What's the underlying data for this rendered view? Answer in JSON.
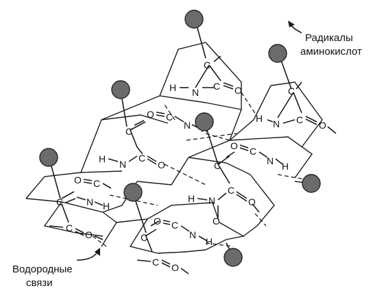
{
  "labels": {
    "radicals_line1": "Радикалы",
    "radicals_line2": "аминокислот",
    "hbonds_line1": "Водородные",
    "hbonds_line2": "связи"
  },
  "atoms": {
    "carbon": "C",
    "nitrogen": "N",
    "oxygen": "O",
    "hydrogen": "H",
    "single_bond": "—",
    "double_bond": "="
  },
  "colors": {
    "line": "#1a1a1a",
    "radical_ball": "#6b6b6b",
    "background": "#ffffff"
  }
}
